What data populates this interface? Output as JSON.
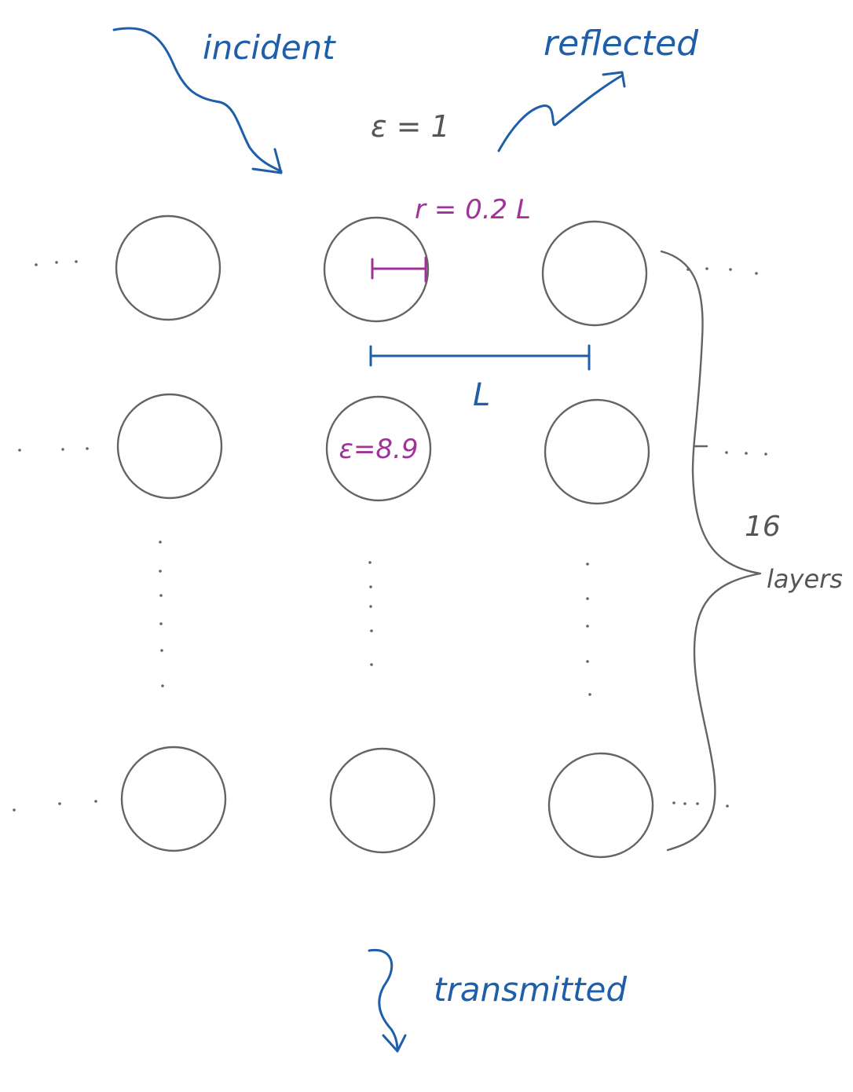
{
  "labels": {
    "incident": "incident",
    "reflected": "reflected",
    "transmitted": "transmitted",
    "eps_background": "ε = 1",
    "radius": "r = 0.2 L",
    "lattice_constant": "L",
    "eps_rod": "ε=8.9",
    "layers_count": "16",
    "layers_word": "layers"
  },
  "colors": {
    "wave_ink": "#1f5ea8",
    "annotation_ink": "#a0329a",
    "structure_ink": "#646464"
  }
}
